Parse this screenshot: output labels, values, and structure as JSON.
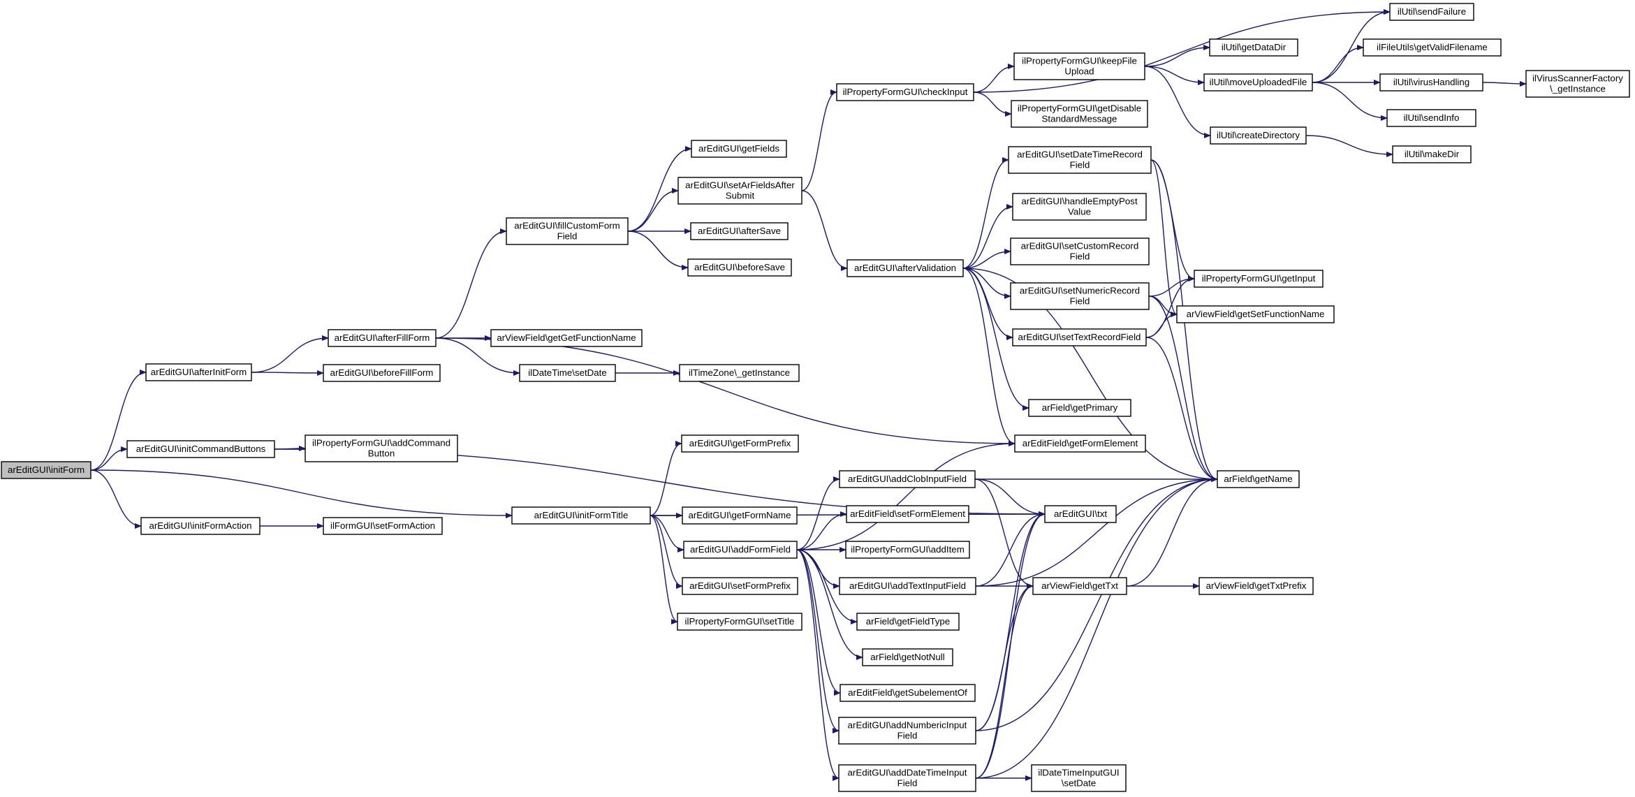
{
  "colors": {
    "edge": "#191970",
    "node_border": "#000000",
    "root_fill": "#bfbfbf",
    "node_fill": "#ffffff"
  },
  "nodes": [
    {
      "id": "n0",
      "lines": [
        "arEditGUI\\initForm"
      ],
      "root": true
    },
    {
      "id": "n1",
      "lines": [
        "arEditGUI\\afterInitForm"
      ]
    },
    {
      "id": "n2",
      "lines": [
        "arEditGUI\\initCommandButtons"
      ]
    },
    {
      "id": "n3",
      "lines": [
        "arEditGUI\\initFormAction"
      ]
    },
    {
      "id": "n4",
      "lines": [
        "arEditGUI\\afterFillForm"
      ]
    },
    {
      "id": "n5",
      "lines": [
        "arEditGUI\\beforeFillForm"
      ]
    },
    {
      "id": "n6",
      "lines": [
        "ilPropertyFormGUI\\addCommand",
        "Button"
      ]
    },
    {
      "id": "n7",
      "lines": [
        "ilFormGUI\\setFormAction"
      ]
    },
    {
      "id": "n8",
      "lines": [
        "arEditGUI\\initFormTitle"
      ]
    },
    {
      "id": "n9",
      "lines": [
        "arEditGUI\\fillCustomForm",
        "Field"
      ]
    },
    {
      "id": "n10",
      "lines": [
        "arViewField\\getGetFunctionName"
      ]
    },
    {
      "id": "n11",
      "lines": [
        "ilDateTime\\setDate"
      ]
    },
    {
      "id": "n12",
      "lines": [
        "ilTimeZone\\_getInstance"
      ]
    },
    {
      "id": "n13",
      "lines": [
        "arEditGUI\\getFields"
      ]
    },
    {
      "id": "n14",
      "lines": [
        "arEditGUI\\setArFieldsAfter",
        "Submit"
      ]
    },
    {
      "id": "n15",
      "lines": [
        "arEditGUI\\afterSave"
      ]
    },
    {
      "id": "n16",
      "lines": [
        "arEditGUI\\beforeSave"
      ]
    },
    {
      "id": "n17",
      "lines": [
        "arEditGUI\\getFormPrefix"
      ]
    },
    {
      "id": "n18",
      "lines": [
        "arEditGUI\\getFormName"
      ]
    },
    {
      "id": "n19",
      "lines": [
        "arEditGUI\\addFormField"
      ]
    },
    {
      "id": "n20",
      "lines": [
        "arEditGUI\\setFormPrefix"
      ]
    },
    {
      "id": "n21",
      "lines": [
        "ilPropertyFormGUI\\setTitle"
      ]
    },
    {
      "id": "n22",
      "lines": [
        "ilPropertyFormGUI\\checkInput"
      ]
    },
    {
      "id": "n23",
      "lines": [
        "arEditGUI\\afterValidation"
      ]
    },
    {
      "id": "n24",
      "lines": [
        "ilPropertyFormGUI\\keepFile",
        "Upload"
      ]
    },
    {
      "id": "n25",
      "lines": [
        "ilPropertyFormGUI\\getDisable",
        "StandardMessage"
      ]
    },
    {
      "id": "n26",
      "lines": [
        "arEditGUI\\setDateTimeRecord",
        "Field"
      ]
    },
    {
      "id": "n27",
      "lines": [
        "arEditGUI\\handleEmptyPost",
        "Value"
      ]
    },
    {
      "id": "n28",
      "lines": [
        "arEditGUI\\setCustomRecord",
        "Field"
      ]
    },
    {
      "id": "n29",
      "lines": [
        "arEditGUI\\setNumericRecord",
        "Field"
      ]
    },
    {
      "id": "n30",
      "lines": [
        "arEditGUI\\setTextRecordField"
      ]
    },
    {
      "id": "n31",
      "lines": [
        "arField\\getPrimary"
      ]
    },
    {
      "id": "n32",
      "lines": [
        "arEditField\\getFormElement"
      ]
    },
    {
      "id": "n33",
      "lines": [
        "arEditGUI\\addClobInputField"
      ]
    },
    {
      "id": "n34",
      "lines": [
        "arEditField\\setFormElement"
      ]
    },
    {
      "id": "n35",
      "lines": [
        "ilPropertyFormGUI\\addItem"
      ]
    },
    {
      "id": "n36",
      "lines": [
        "arEditGUI\\addTextInputField"
      ]
    },
    {
      "id": "n37",
      "lines": [
        "arField\\getFieldType"
      ]
    },
    {
      "id": "n38",
      "lines": [
        "arField\\getNotNull"
      ]
    },
    {
      "id": "n39",
      "lines": [
        "arEditField\\getSubelementOf"
      ]
    },
    {
      "id": "n40",
      "lines": [
        "arEditGUI\\addNumbericInput",
        "Field"
      ]
    },
    {
      "id": "n41",
      "lines": [
        "arEditGUI\\addDateTimeInput",
        "Field"
      ]
    },
    {
      "id": "n42",
      "lines": [
        "ilUtil\\sendFailure"
      ]
    },
    {
      "id": "n43",
      "lines": [
        "ilUtil\\getDataDir"
      ]
    },
    {
      "id": "n44",
      "lines": [
        "ilUtil\\moveUploadedFile"
      ]
    },
    {
      "id": "n45",
      "lines": [
        "ilUtil\\createDirectory"
      ]
    },
    {
      "id": "n46",
      "lines": [
        "ilPropertyFormGUI\\getInput"
      ]
    },
    {
      "id": "n47",
      "lines": [
        "arViewField\\getSetFunctionName"
      ]
    },
    {
      "id": "n48",
      "lines": [
        "arField\\getName"
      ]
    },
    {
      "id": "n49",
      "lines": [
        "arEditGUI\\txt"
      ]
    },
    {
      "id": "n50",
      "lines": [
        "arViewField\\getTxt"
      ]
    },
    {
      "id": "n51",
      "lines": [
        "ilDateTimeInputGUI",
        "\\setDate"
      ]
    },
    {
      "id": "n52",
      "lines": [
        "ilFileUtils\\getValidFilename"
      ]
    },
    {
      "id": "n53",
      "lines": [
        "ilUtil\\virusHandling"
      ]
    },
    {
      "id": "n54",
      "lines": [
        "ilUtil\\sendInfo"
      ]
    },
    {
      "id": "n55",
      "lines": [
        "ilUtil\\makeDir"
      ]
    },
    {
      "id": "n56",
      "lines": [
        "ilVirusScannerFactory",
        "\\_getInstance"
      ]
    },
    {
      "id": "n57",
      "lines": [
        "arViewField\\getTxtPrefix"
      ]
    }
  ],
  "edges": [
    [
      "n0",
      "n1"
    ],
    [
      "n0",
      "n2"
    ],
    [
      "n0",
      "n3"
    ],
    [
      "n0",
      "n8"
    ],
    [
      "n1",
      "n4"
    ],
    [
      "n1",
      "n5"
    ],
    [
      "n2",
      "n6"
    ],
    [
      "n2",
      "n49"
    ],
    [
      "n3",
      "n7"
    ],
    [
      "n4",
      "n9"
    ],
    [
      "n4",
      "n10"
    ],
    [
      "n4",
      "n11"
    ],
    [
      "n4",
      "n32"
    ],
    [
      "n11",
      "n12"
    ],
    [
      "n9",
      "n13"
    ],
    [
      "n9",
      "n14"
    ],
    [
      "n9",
      "n15"
    ],
    [
      "n9",
      "n16"
    ],
    [
      "n14",
      "n22"
    ],
    [
      "n14",
      "n23"
    ],
    [
      "n22",
      "n24"
    ],
    [
      "n22",
      "n25"
    ],
    [
      "n22",
      "n42"
    ],
    [
      "n24",
      "n43"
    ],
    [
      "n24",
      "n44"
    ],
    [
      "n24",
      "n45"
    ],
    [
      "n44",
      "n42"
    ],
    [
      "n44",
      "n52"
    ],
    [
      "n44",
      "n53"
    ],
    [
      "n44",
      "n54"
    ],
    [
      "n53",
      "n56"
    ],
    [
      "n45",
      "n55"
    ],
    [
      "n23",
      "n26"
    ],
    [
      "n23",
      "n27"
    ],
    [
      "n23",
      "n28"
    ],
    [
      "n23",
      "n29"
    ],
    [
      "n23",
      "n30"
    ],
    [
      "n23",
      "n31"
    ],
    [
      "n23",
      "n32"
    ],
    [
      "n23",
      "n48"
    ],
    [
      "n26",
      "n46"
    ],
    [
      "n26",
      "n47"
    ],
    [
      "n26",
      "n48"
    ],
    [
      "n29",
      "n46"
    ],
    [
      "n29",
      "n47"
    ],
    [
      "n29",
      "n48"
    ],
    [
      "n30",
      "n46"
    ],
    [
      "n30",
      "n47"
    ],
    [
      "n30",
      "n48"
    ],
    [
      "n8",
      "n17"
    ],
    [
      "n8",
      "n18"
    ],
    [
      "n8",
      "n19"
    ],
    [
      "n8",
      "n20"
    ],
    [
      "n8",
      "n21"
    ],
    [
      "n8",
      "n49"
    ],
    [
      "n19",
      "n32"
    ],
    [
      "n19",
      "n33"
    ],
    [
      "n19",
      "n34"
    ],
    [
      "n19",
      "n35"
    ],
    [
      "n19",
      "n36"
    ],
    [
      "n19",
      "n37"
    ],
    [
      "n19",
      "n38"
    ],
    [
      "n19",
      "n39"
    ],
    [
      "n19",
      "n40"
    ],
    [
      "n19",
      "n41"
    ],
    [
      "n33",
      "n48"
    ],
    [
      "n33",
      "n49"
    ],
    [
      "n33",
      "n50"
    ],
    [
      "n36",
      "n48"
    ],
    [
      "n36",
      "n49"
    ],
    [
      "n36",
      "n50"
    ],
    [
      "n40",
      "n48"
    ],
    [
      "n40",
      "n49"
    ],
    [
      "n40",
      "n50"
    ],
    [
      "n41",
      "n48"
    ],
    [
      "n41",
      "n49"
    ],
    [
      "n41",
      "n50"
    ],
    [
      "n41",
      "n51"
    ],
    [
      "n50",
      "n48"
    ],
    [
      "n50",
      "n57"
    ]
  ]
}
